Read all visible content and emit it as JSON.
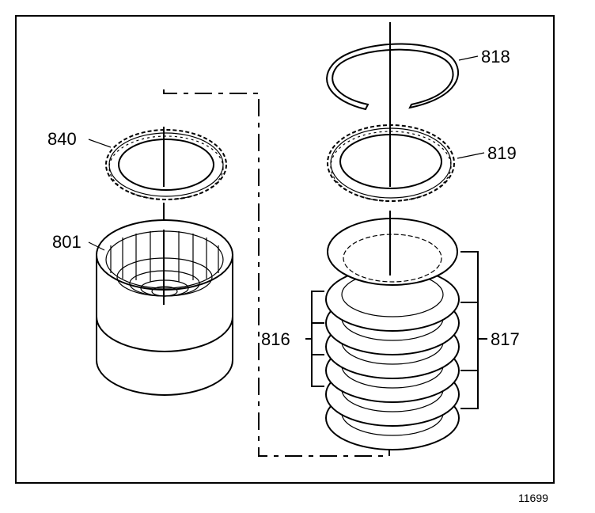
{
  "callouts": {
    "ring_818": "818",
    "plate_819": "819",
    "plate_840": "840",
    "housing_801": "801",
    "plates_816": "816",
    "plates_817": "817"
  },
  "figure_number": "11699"
}
